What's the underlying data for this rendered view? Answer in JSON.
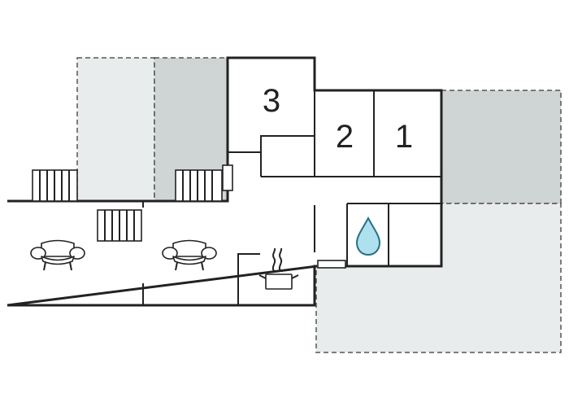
{
  "rooms": [
    {
      "id": "bedroom-3",
      "label": "3"
    },
    {
      "id": "bedroom-2",
      "label": "2"
    },
    {
      "id": "bedroom-1",
      "label": "1"
    }
  ],
  "colors": {
    "terrace_light": "#e9ecec",
    "terrace_dark": "#cfd5d5",
    "wall": "#222222",
    "bath_drop_fill": "#aee0ee",
    "bath_drop_stroke": "#2a6f86"
  },
  "icons": [
    "armchair-icon",
    "armchair-icon",
    "cooking-pot-icon",
    "water-drop-icon",
    "staircase-icon",
    "window-rail-icon"
  ]
}
